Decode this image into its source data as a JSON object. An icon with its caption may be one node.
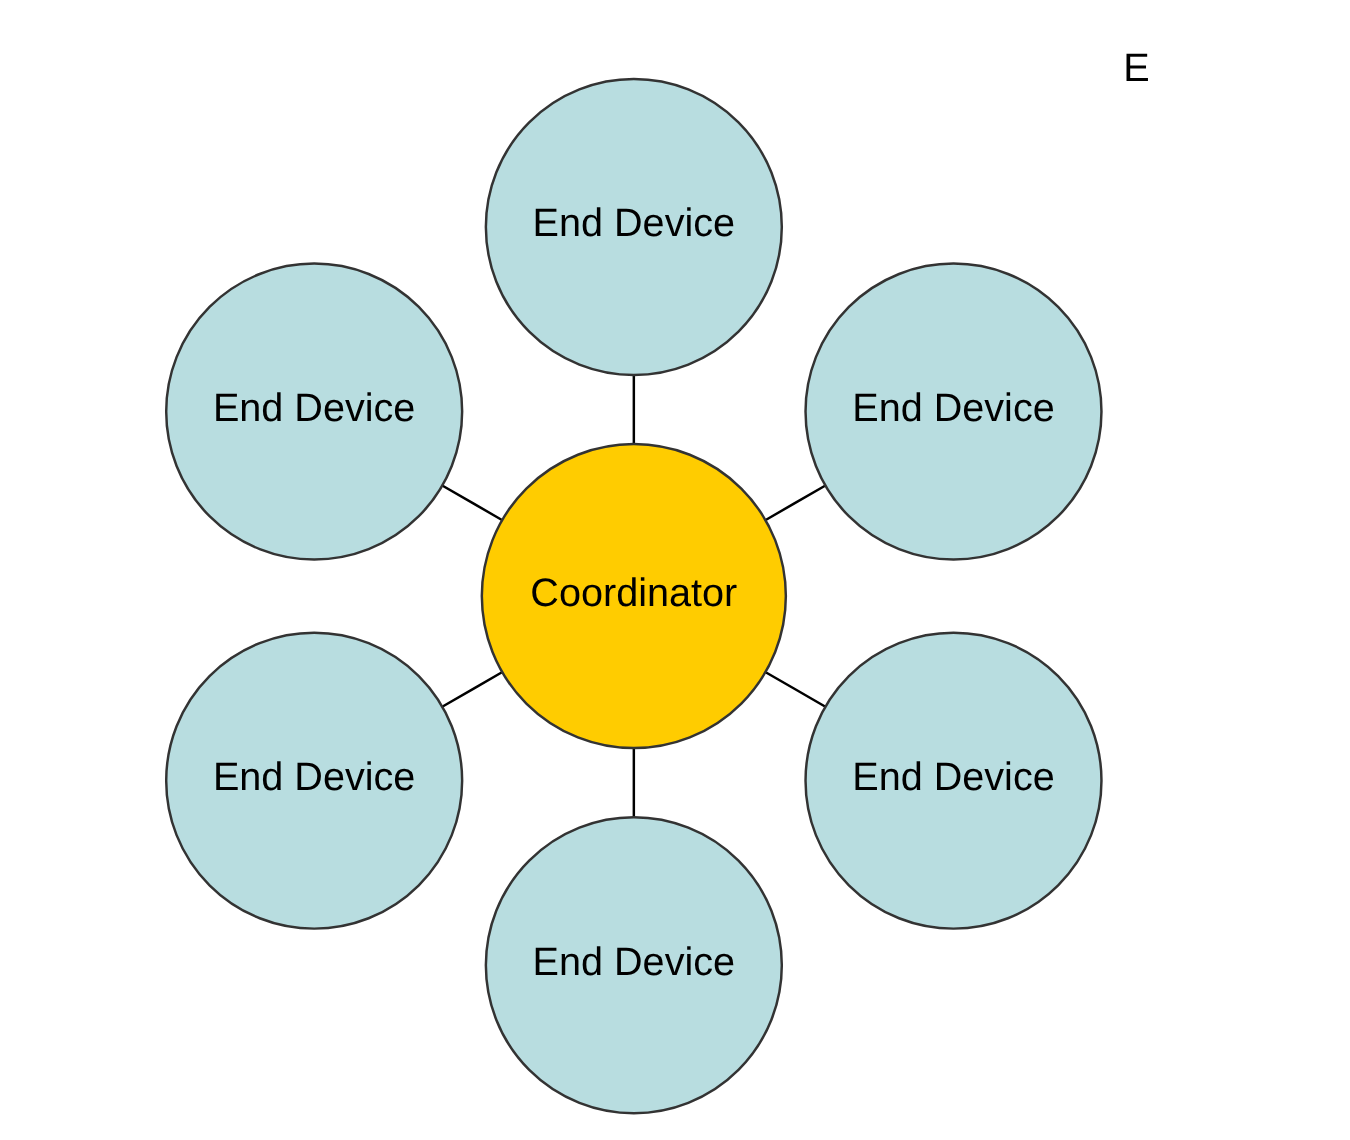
{
  "diagram": {
    "nodes": [
      {
        "text": [
          "End Device"
        ]
      },
      {
        "text": [
          "End Device"
        ]
      },
      {
        "text": [
          "End Device"
        ]
      },
      {
        "text": [
          "Coordinator"
        ]
      },
      {
        "text": [
          "End Device"
        ]
      },
      {
        "text": [
          "End Device"
        ]
      },
      {
        "text": [
          "End Device"
        ]
      }
    ],
    "edges": [
      {
        "from": 3,
        "to": 0,
        "arrow": "none"
      },
      {
        "from": 3,
        "to": 2,
        "arrow": "none"
      },
      {
        "from": 3,
        "to": 5,
        "arrow": "none"
      },
      {
        "from": 3,
        "to": 6,
        "arrow": "none"
      },
      {
        "from": 3,
        "to": 4,
        "arrow": "none"
      },
      {
        "from": 3,
        "to": 1,
        "arrow": "none"
      }
    ],
    "labels": [
      "E"
    ]
  }
}
